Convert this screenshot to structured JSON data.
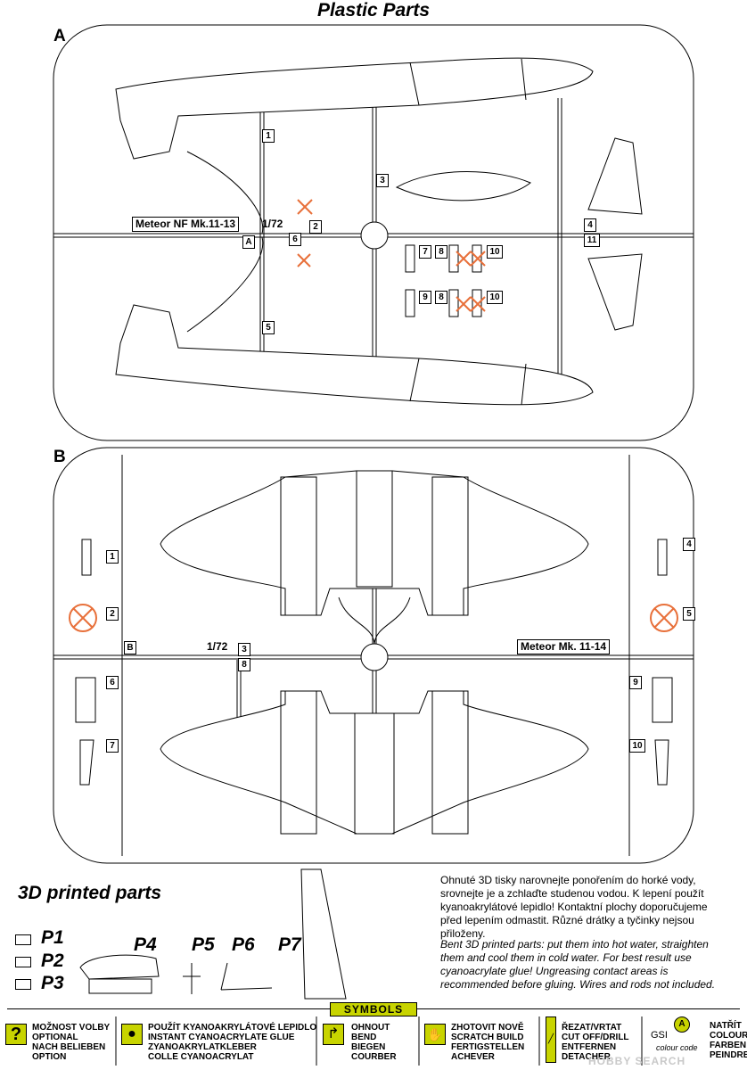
{
  "title": "Plastic Parts",
  "sprue_a": {
    "letter": "A",
    "label": "Meteor NF Mk.11-13",
    "scale": "1/72",
    "tag": "A",
    "parts": [
      "1",
      "2",
      "3",
      "4",
      "5",
      "6",
      "7",
      "8",
      "9",
      "8",
      "10",
      "10",
      "11"
    ]
  },
  "sprue_b": {
    "letter": "B",
    "label": "Meteor Mk. 11-14",
    "scale": "1/72",
    "tag": "B",
    "parts": [
      "1",
      "2",
      "3",
      "4",
      "5",
      "6",
      "7",
      "8",
      "9",
      "10"
    ]
  },
  "printed": {
    "title": "3D printed parts",
    "labels": [
      "P1",
      "P2",
      "P3",
      "P4",
      "P5",
      "P6",
      "P7"
    ]
  },
  "note_cz": "Ohnuté 3D tisky narovnejte ponořením do horké vody, srovnejte je a zchlaďte studenou vodou. K lepení použít kyanoakrylátové lepidlo! Kontaktní plochy doporučujeme před lepením odmastit. Různé drátky a tyčinky nejsou přiloženy.",
  "note_en": "Bent 3D printed parts: put them into hot water, straighten them and cool them in cold water. For best result use cyanoacrylate glue! Ungreasing contact areas  is recommended before gluing. Wires and rods not included.",
  "symbols": {
    "title": "SYMBOLS",
    "items": [
      {
        "text": "MOŽNOST VOLBY\nOPTIONAL\nNACH BELIEBEN\nOPTION",
        "icon": "question-icon",
        "glyph": "?"
      },
      {
        "text": "POUŽÍT KYANOAKRYLÁTOVÉ LEPIDLO\nINSTANT CYANOACRYLATE GLUE\nZYANOAKRYLATKLEBER\nCOLLE CYANOACRYLAT",
        "icon": "glue-drop-icon",
        "glyph": "●"
      },
      {
        "text": "OHNOUT\nBEND\nBIEGEN\nCOURBER",
        "icon": "bend-arrow-icon",
        "glyph": "↱"
      },
      {
        "text": "ZHOTOVIT NOVĚ\nSCRATCH BUILD\nFERTIGSTELLEN\nACHEVER",
        "icon": "hand-icon",
        "glyph": "✋"
      },
      {
        "text": "ŘEZAT/VRTAT\nCUT OFF/DRILL\nENTFERNEN\nDETACHER",
        "icon": "cut-icon",
        "glyph": "╱"
      },
      {
        "text": "NATŘÍT\nCOLOUR\nFARBEN\nPEINDRE",
        "icon": "paint-icon",
        "glyph": "A"
      }
    ],
    "gsi": "GSI",
    "colour_code": "colour code"
  },
  "watermark": "HOBBY SEARCH"
}
